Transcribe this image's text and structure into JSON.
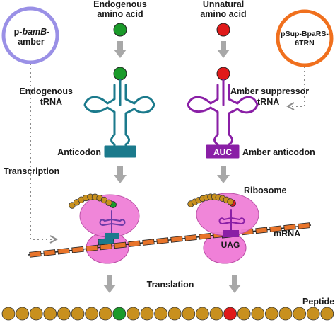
{
  "labels": {
    "endogenous_amino_acid": [
      "Endogenous",
      "amino acid"
    ],
    "unnatural_amino_acid": [
      "Unnatural",
      "amino acid"
    ],
    "plasmid_left": [
      "p-",
      "bamB",
      "-",
      "amber"
    ],
    "plasmid_right": [
      "pSup-BpaRS-",
      "6TRN"
    ],
    "endogenous_trna": [
      "Endogenous",
      "tRNA"
    ],
    "amber_suppressor_trna": [
      "Amber suppressor",
      "tRNA"
    ],
    "anticodon": "Anticodon",
    "amber_anticodon": "Amber anticodon",
    "anticodon_auc": "AUC",
    "transcription": "Transcription",
    "ribosome": "Ribosome",
    "mrna": "mRNA",
    "codon_uag": "UAG",
    "translation": "Translation",
    "peptide": "Peptide"
  },
  "colors": {
    "endogenous_aa": "#1a9a2a",
    "unnatural_aa": "#e01a1a",
    "endogenous_trna": "#1b7a8c",
    "suppressor_trna": "#8a1fa6",
    "plasmid_left": "#9a90e6",
    "plasmid_right": "#f0701e",
    "ribosome": "#f080d8",
    "mrna_segment": "#e8742a",
    "peptide_bead": "#c8901e",
    "arrow": "#a8a8a8"
  },
  "icons": {
    "process_arrow": "down-arrow-icon",
    "transcription_path": "dotted-arrow-icon"
  }
}
